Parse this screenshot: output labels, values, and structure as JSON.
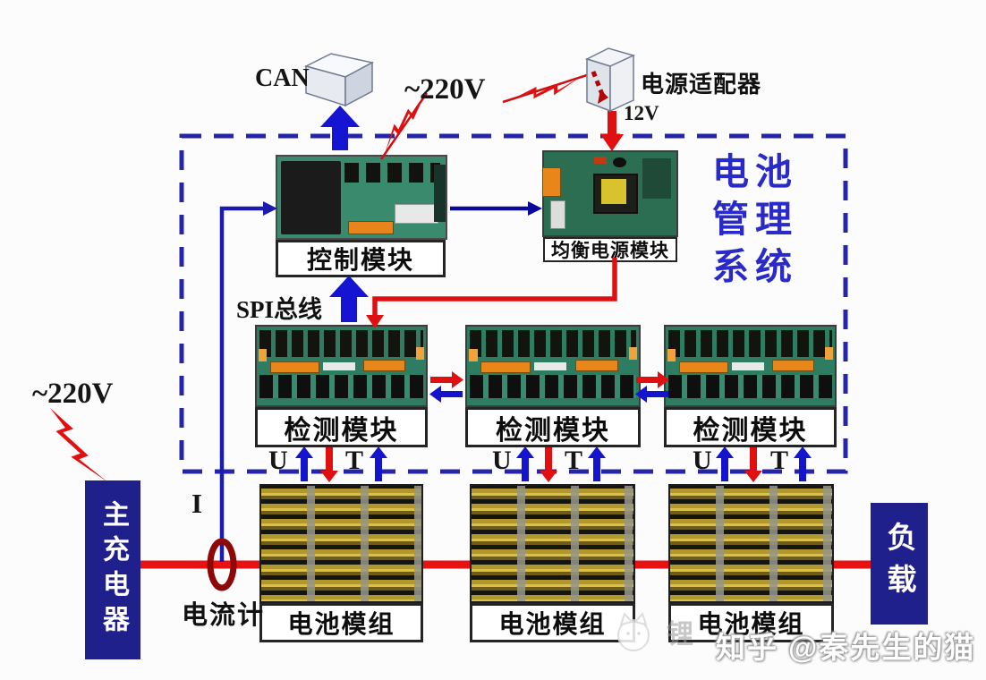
{
  "bms_box": {
    "title_lines": [
      "电池",
      "管理",
      "系统"
    ]
  },
  "top": {
    "can_label": "CAN",
    "mains_label": "~220V",
    "adapter_label": "电源适配器",
    "adapter_output_label": "12V"
  },
  "bms": {
    "control_label": "控制模块",
    "balance_label": "均衡电源模块",
    "spi_label": "SPI总线",
    "detection_labels": [
      "检测模块",
      "检测模块",
      "检测模块"
    ],
    "signal_u": "U",
    "signal_t": "T"
  },
  "battery": {
    "module_labels": [
      "电池模组",
      "电池模组",
      "电池模组"
    ]
  },
  "power": {
    "mains_label": "~220V",
    "charger_label": "主充电器",
    "current_symbol": "I",
    "ammeter_label": "电流计",
    "load_label": "负载"
  },
  "watermark": {
    "text": "知乎 @秦先生的猫",
    "faint_text": "锂"
  },
  "colors": {
    "accent_blue": "#1414cc",
    "navy_box": "#20208c",
    "signal_red": "#e01010",
    "dashed_border": "#2525a8",
    "bms_title_blue": "#2a2ac8",
    "pcb_green": "#2e7d63",
    "battery_gold": "#c2a02a"
  }
}
